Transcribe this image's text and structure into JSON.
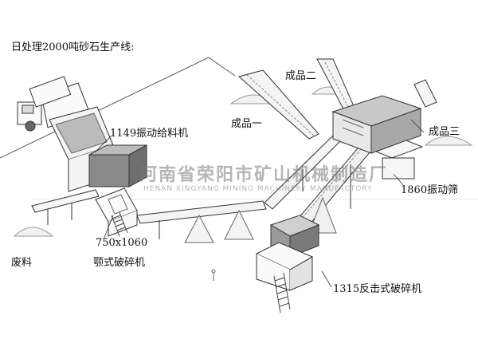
{
  "title": "日处理2000吨砂石生产线:",
  "labels": {
    "feeder": "1149振动给料机",
    "jaw_size": "750x1060",
    "jaw_name": "颚式破碎机",
    "impact": "1315反击式破碎机",
    "screen": "1860振动筛",
    "product1": "成品一",
    "product2": "成品二",
    "product3": "成品三",
    "waste": "废料"
  },
  "watermark": {
    "cn": "河南省荣阳市矿山机械制造厂",
    "en": "HENAN XINGYANG MINING MACHINERY MANUFACTORY"
  }
}
